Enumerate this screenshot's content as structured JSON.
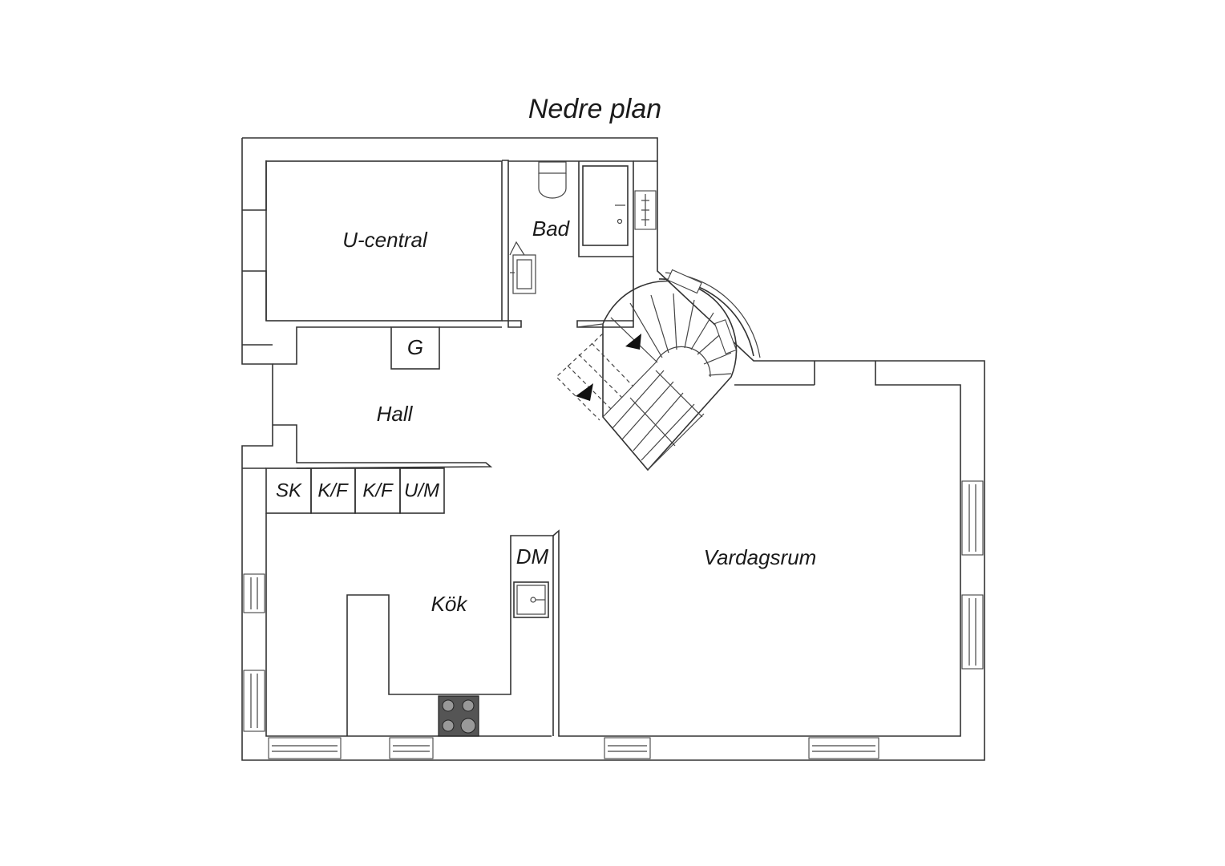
{
  "title": "Nedre plan",
  "rooms": {
    "u_central": "U-central",
    "bad": "Bad",
    "g": "G",
    "hall": "Hall",
    "sk": "SK",
    "kf1": "K/F",
    "kf2": "K/F",
    "um": "U/M",
    "dm": "DM",
    "kok": "Kök",
    "vardagsrum": "Vardagsrum"
  }
}
